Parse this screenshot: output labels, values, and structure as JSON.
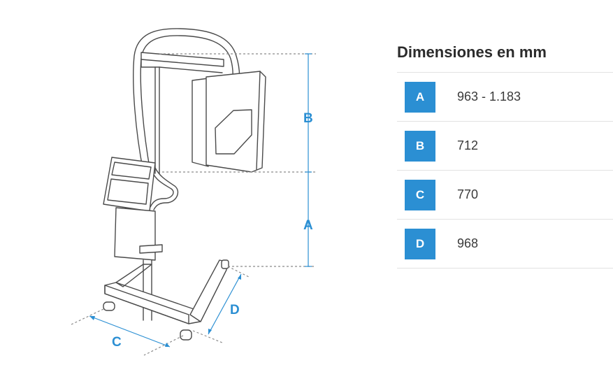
{
  "diagram": {
    "line_color": "#4a4a4a",
    "dimension_color": "#2b8fd3",
    "labels": {
      "A": "A",
      "B": "B",
      "C": "C",
      "D": "D"
    }
  },
  "table": {
    "title": "Dimensiones en mm",
    "badge_color": "#2b8fd3",
    "rows": [
      {
        "key": "A",
        "value": "963 - 1.183"
      },
      {
        "key": "B",
        "value": "712"
      },
      {
        "key": "C",
        "value": "770"
      },
      {
        "key": "D",
        "value": "968"
      }
    ]
  }
}
